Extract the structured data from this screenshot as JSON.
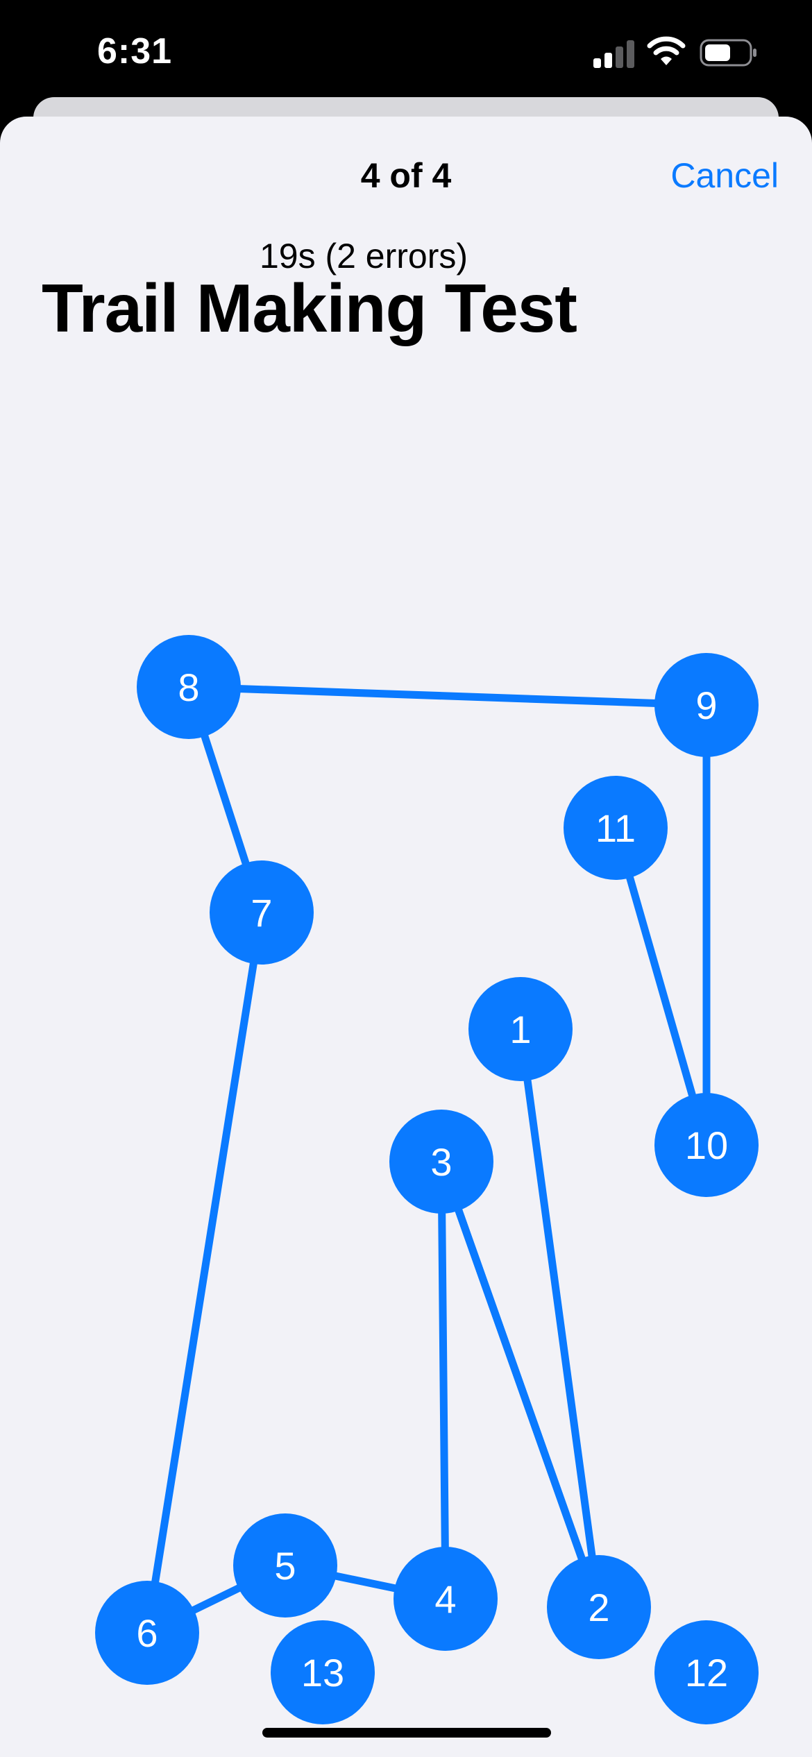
{
  "status_bar": {
    "time": "6:31"
  },
  "nav": {
    "progress": "4 of 4",
    "cancel_label": "Cancel"
  },
  "test": {
    "result": "19s (2 errors)",
    "title": "Trail Making Test",
    "nodes": [
      {
        "label": "1"
      },
      {
        "label": "2"
      },
      {
        "label": "3"
      },
      {
        "label": "4"
      },
      {
        "label": "5"
      },
      {
        "label": "6"
      },
      {
        "label": "7"
      },
      {
        "label": "8"
      },
      {
        "label": "9"
      },
      {
        "label": "10"
      },
      {
        "label": "11"
      },
      {
        "label": "12"
      },
      {
        "label": "13"
      }
    ],
    "drawn_path": [
      "1",
      "2",
      "3",
      "4",
      "5",
      "6",
      "7",
      "8",
      "9",
      "10",
      "11"
    ],
    "extra_segments": [
      [
        "3",
        "2"
      ]
    ]
  },
  "colors": {
    "accent": "#0a7aff",
    "node_fill": "#0a7aff",
    "sheet_background": "#f2f2f7"
  }
}
